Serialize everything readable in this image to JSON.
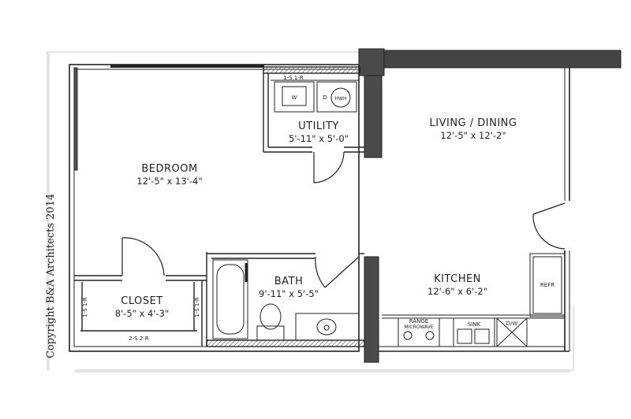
{
  "copyright": "Copyright B&A Architects 2014",
  "rooms": {
    "bedroom": {
      "name": "BEDROOM",
      "dims": "12'-5\" x 13'-4\""
    },
    "utility": {
      "name": "UTILITY",
      "dims": "5'-11\" x 5'-0\""
    },
    "living": {
      "name": "LIVING / DINING",
      "dims": "12'-5\" x 12'-2\""
    },
    "closet": {
      "name": "CLOSET",
      "dims": "8'-5\" x 4'-3\""
    },
    "bath": {
      "name": "BATH",
      "dims": "9'-11\" x 5'-5\""
    },
    "kitchen": {
      "name": "KITCHEN",
      "dims": "12'-6\" x 6'-2\""
    }
  },
  "fixtures": {
    "utility_shelf": "1-S 1-R",
    "washer_w": "W",
    "dryer_d": "D",
    "dryer_hw": "HWH",
    "closet_left_shelf": "1-S 1-R",
    "closet_right_shelf": "1-S 1-R",
    "closet_bottom_shelf": "2-S 2-R",
    "range_line1": "RANGE",
    "range_line2": "MICROWAVE",
    "sink": "SINK",
    "dishwasher": "D/W",
    "fridge": "REFR"
  }
}
